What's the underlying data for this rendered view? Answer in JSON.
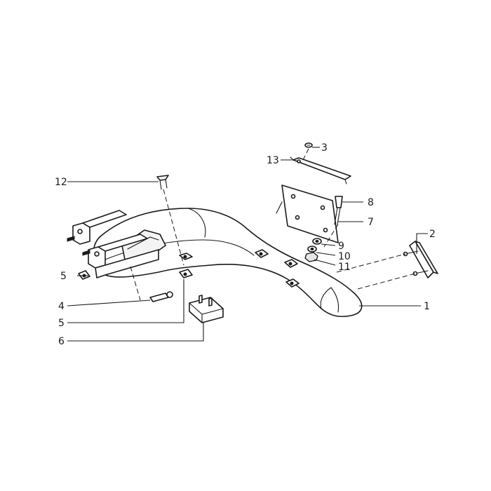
{
  "callouts": [
    {
      "id": "callout-1",
      "label": "1"
    },
    {
      "id": "callout-2",
      "label": "2"
    },
    {
      "id": "callout-3",
      "label": "3"
    },
    {
      "id": "callout-4",
      "label": "4"
    },
    {
      "id": "callout-5a",
      "label": "5"
    },
    {
      "id": "callout-5b",
      "label": "5"
    },
    {
      "id": "callout-6",
      "label": "6"
    },
    {
      "id": "callout-7",
      "label": "7"
    },
    {
      "id": "callout-8",
      "label": "8"
    },
    {
      "id": "callout-9",
      "label": "9"
    },
    {
      "id": "callout-10",
      "label": "10"
    },
    {
      "id": "callout-11",
      "label": "11"
    },
    {
      "id": "callout-12",
      "label": "12"
    },
    {
      "id": "callout-13",
      "label": "13"
    }
  ],
  "colors": {
    "line": "#1a1a1a",
    "background": "#ffffff",
    "shade": "#e6e6e6"
  }
}
